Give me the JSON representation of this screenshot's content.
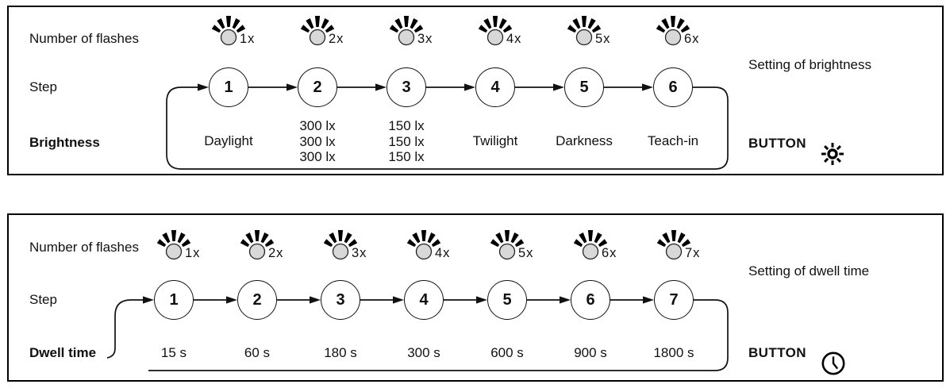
{
  "panels": [
    {
      "title": "Setting of brightness",
      "rows": {
        "flashes": "Number of flashes",
        "step": "Step",
        "value": "Brightness"
      },
      "button": {
        "label": "BUTTON",
        "icon": "sun-brightness-icon"
      },
      "steps": [
        {
          "flashes": "1x",
          "step": "1",
          "value": [
            "Daylight"
          ]
        },
        {
          "flashes": "2x",
          "step": "2",
          "value": [
            "300 lx",
            "300 lx",
            "300 lx"
          ]
        },
        {
          "flashes": "3x",
          "step": "3",
          "value": [
            "150 lx",
            "150 lx",
            "150 lx"
          ]
        },
        {
          "flashes": "4x",
          "step": "4",
          "value": [
            "Twilight"
          ]
        },
        {
          "flashes": "5x",
          "step": "5",
          "value": [
            "Darkness"
          ]
        },
        {
          "flashes": "6x",
          "step": "6",
          "value": [
            "Teach-in"
          ]
        }
      ]
    },
    {
      "title": "Setting of dwell time",
      "rows": {
        "flashes": "Number of flashes",
        "step": "Step",
        "value": "Dwell time"
      },
      "button": {
        "label": "BUTTON",
        "icon": "clock-icon"
      },
      "steps": [
        {
          "flashes": "1x",
          "step": "1",
          "value": [
            "15 s"
          ]
        },
        {
          "flashes": "2x",
          "step": "2",
          "value": [
            "60 s"
          ]
        },
        {
          "flashes": "3x",
          "step": "3",
          "value": [
            "180 s"
          ]
        },
        {
          "flashes": "4x",
          "step": "4",
          "value": [
            "300 s"
          ]
        },
        {
          "flashes": "5x",
          "step": "5",
          "value": [
            "600 s"
          ]
        },
        {
          "flashes": "6x",
          "step": "6",
          "value": [
            "900 s"
          ]
        },
        {
          "flashes": "7x",
          "step": "7",
          "value": [
            "1800 s"
          ]
        }
      ]
    }
  ],
  "colors": {
    "line": "#111111",
    "text": "#111111",
    "flash_led_fill": "#d8d8d8",
    "background": "#ffffff"
  }
}
